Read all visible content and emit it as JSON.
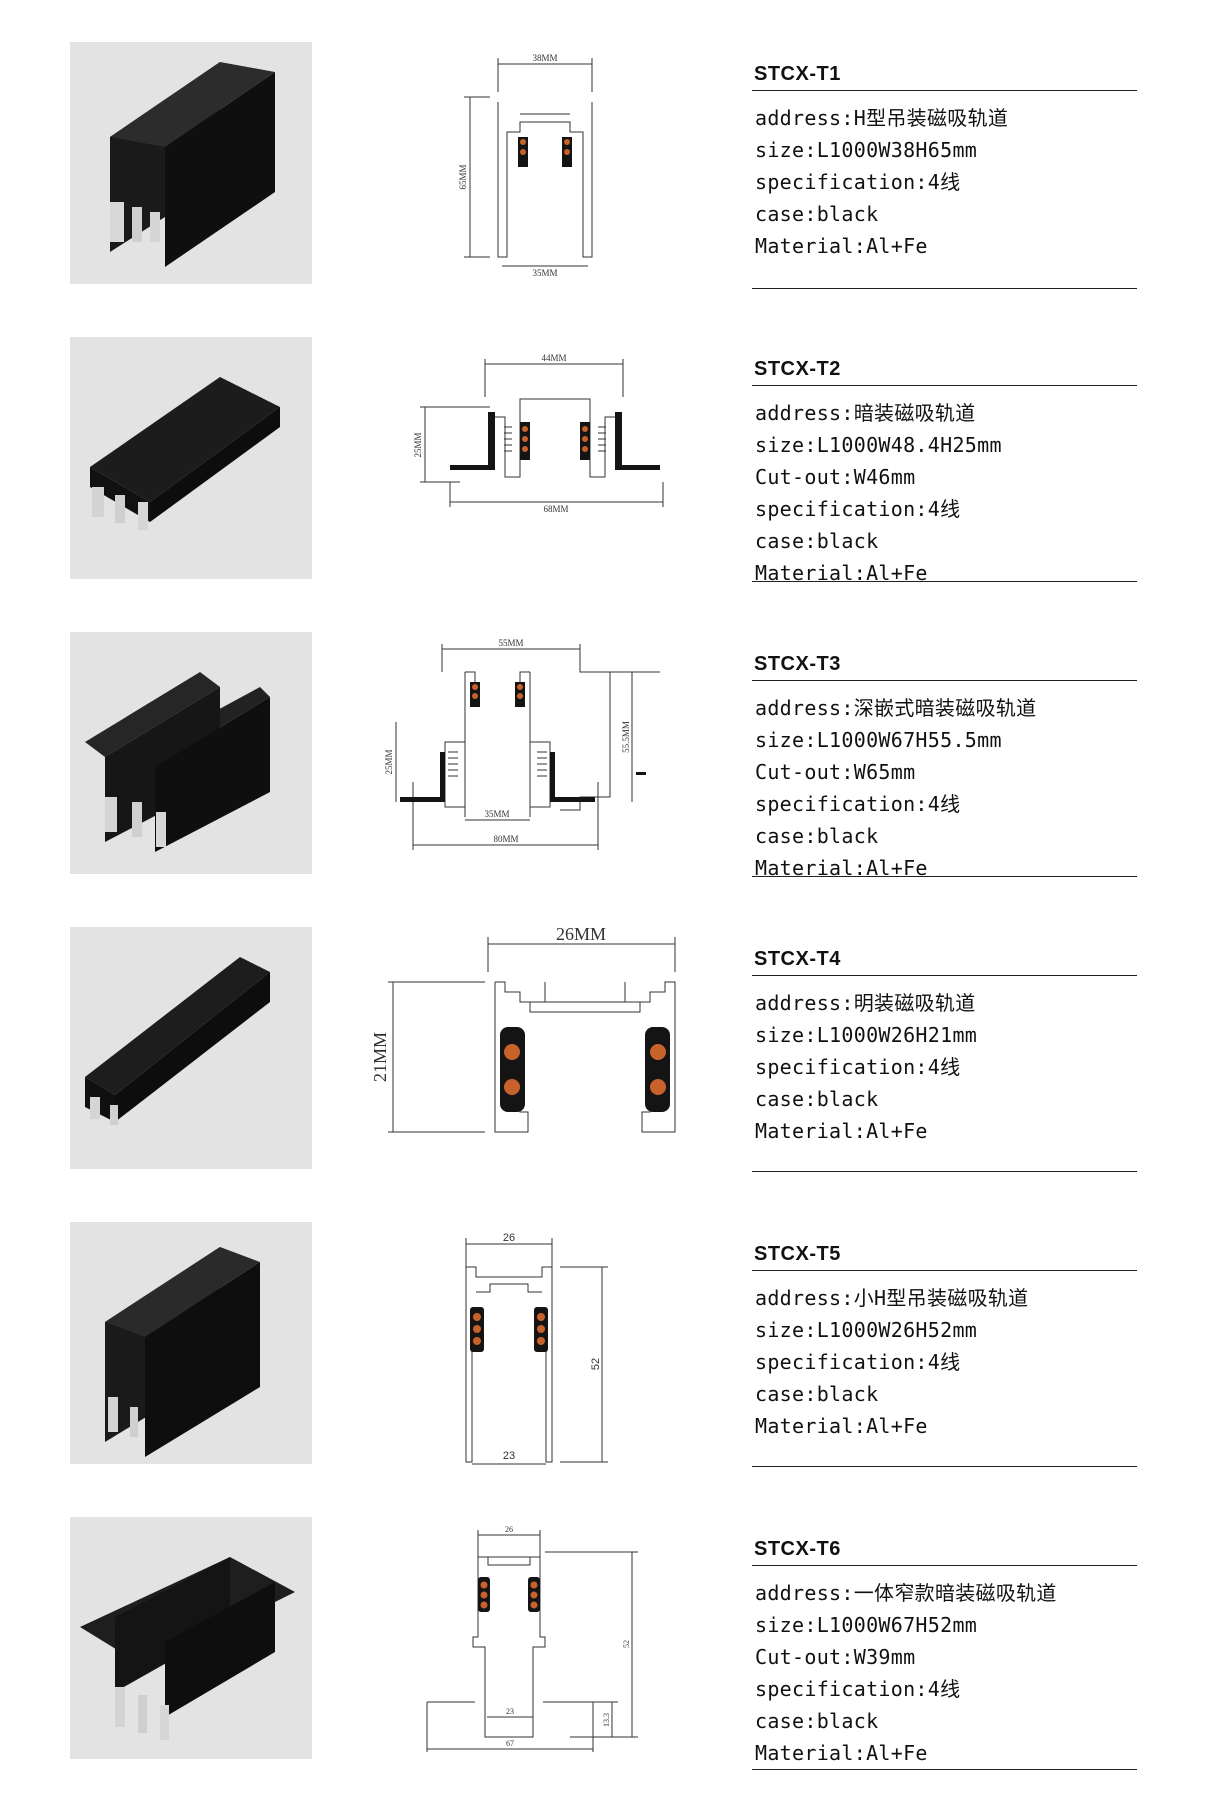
{
  "products": [
    {
      "model": "STCX-T1",
      "lines": [
        "address:H型吊装磁吸轨道",
        "size:L1000W38H65mm",
        "specification:4线",
        "case:black",
        "Material:Al+Fe"
      ],
      "dims": {
        "top": "38MM",
        "side": "65MM",
        "bottom": "35MM"
      }
    },
    {
      "model": "STCX-T2",
      "lines": [
        "address:暗装磁吸轨道",
        "size:L1000W48.4H25mm",
        "Cut-out:W46mm",
        "specification:4线",
        "case:black",
        "Material:Al+Fe"
      ],
      "dims": {
        "top": "44MM",
        "side": "25MM",
        "bottom": "68MM"
      }
    },
    {
      "model": "STCX-T3",
      "lines": [
        "address:深嵌式暗装磁吸轨道",
        "size:L1000W67H55.5mm",
        "Cut-out:W65mm",
        "specification:4线",
        "case:black",
        "Material:Al+Fe"
      ],
      "dims": {
        "top": "55MM",
        "left": "25MM",
        "right": "55.5MM",
        "inner": "35MM",
        "bottom": "80MM"
      }
    },
    {
      "model": "STCX-T4",
      "lines": [
        "address:明装磁吸轨道",
        "size:L1000W26H21mm",
        "specification:4线",
        "case:black",
        "Material:Al+Fe"
      ],
      "dims": {
        "top": "26MM",
        "side": "21MM"
      }
    },
    {
      "model": "STCX-T5",
      "lines": [
        "address:小H型吊装磁吸轨道",
        "size:L1000W26H52mm",
        "specification:4线",
        "case:black",
        "Material:Al+Fe"
      ],
      "dims": {
        "top": "26",
        "side": "52",
        "bottom": "23"
      }
    },
    {
      "model": "STCX-T6",
      "lines": [
        "address:一体窄款暗装磁吸轨道",
        "size:L1000W67H52mm",
        "Cut-out:W39mm",
        "specification:4线",
        "case:black",
        "Material:Al+Fe"
      ],
      "dims": {
        "top": "26",
        "side": "52",
        "small": "13.3",
        "inner": "23",
        "bottom": "67"
      }
    }
  ],
  "colors": {
    "photo_bg": "#e3e3e3",
    "profile": "#141414",
    "copper": "#c8622b",
    "rule": "#222222"
  }
}
